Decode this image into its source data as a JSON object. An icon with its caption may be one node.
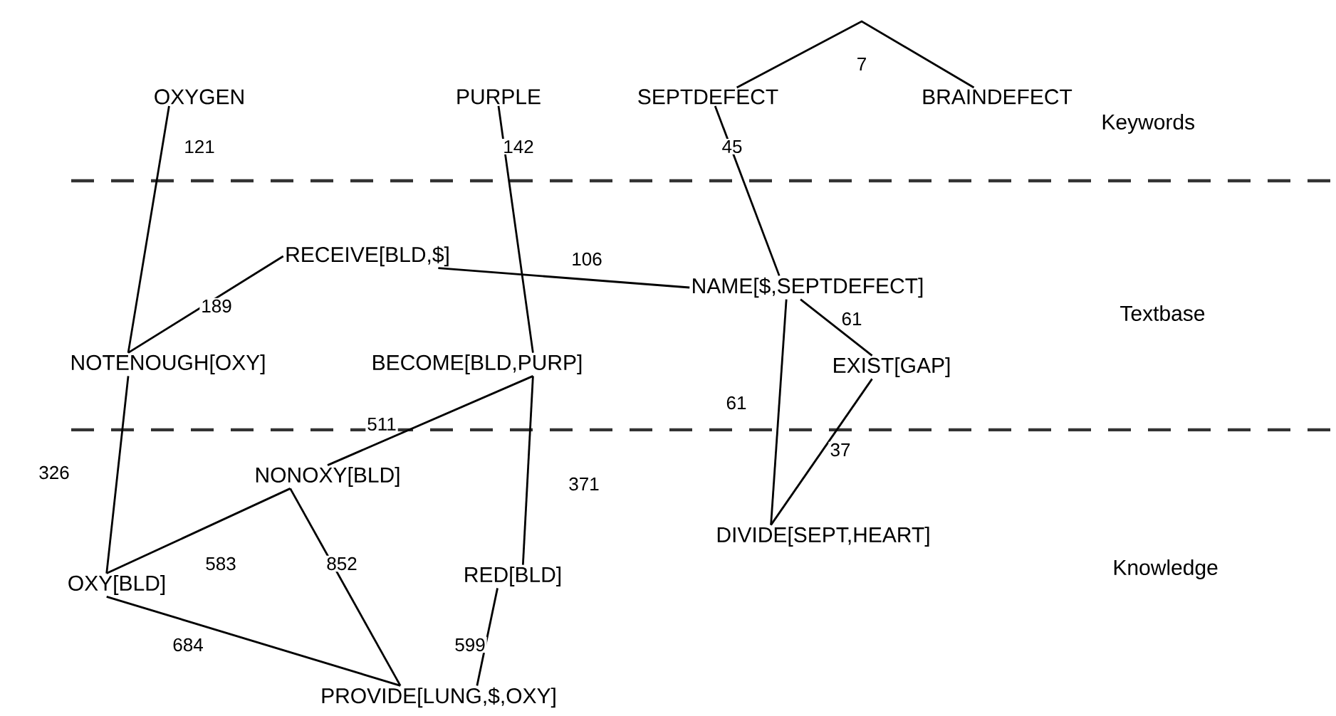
{
  "diagram": {
    "nodes": [
      {
        "text": [
          "OXYGEN"
        ]
      },
      {
        "text": [
          "PURPLE"
        ]
      },
      {
        "text": [
          "SEPTDEFECT"
        ]
      },
      {
        "text": [
          "BRAINDEFECT"
        ]
      },
      {
        "text": [
          "RECEIVE[BLD,$]"
        ]
      },
      {
        "text": [
          "NAME[$,SEPTDEFECT]"
        ]
      },
      {
        "text": [
          "NOTENOUGH[OXY]"
        ]
      },
      {
        "text": [
          "BECOME[BLD,PURP]"
        ]
      },
      {
        "text": [
          "EXIST[GAP]"
        ]
      },
      {
        "text": [
          "NONOXY[BLD]"
        ]
      },
      {
        "text": [
          "DIVIDE[SEPT,HEART]"
        ]
      },
      {
        "text": [
          "OXY[BLD]"
        ]
      },
      {
        "text": [
          "RED[BLD]"
        ]
      },
      {
        "text": [
          "PROVIDE[LUNG,$,OXY]"
        ]
      }
    ],
    "edges": [
      {
        "from": 0,
        "to": 6,
        "arrow": "none",
        "label": "121"
      },
      {
        "from": 1,
        "to": 7,
        "arrow": "none",
        "label": "142"
      },
      {
        "from": 2,
        "to": 3,
        "arrow": "none",
        "label": "7"
      },
      {
        "from": 2,
        "to": 5,
        "arrow": "none",
        "label": "45"
      },
      {
        "from": 4,
        "to": 5,
        "arrow": "none",
        "label": "106"
      },
      {
        "from": 6,
        "to": 4,
        "arrow": "none",
        "label": "189"
      },
      {
        "from": 5,
        "to": 8,
        "arrow": "none",
        "label": "61"
      },
      {
        "from": 5,
        "to": 10,
        "arrow": "none",
        "label": "61"
      },
      {
        "from": 8,
        "to": 10,
        "arrow": "none",
        "label": "37"
      },
      {
        "from": 7,
        "to": 9,
        "arrow": "none",
        "label": "511"
      },
      {
        "from": 7,
        "to": 12,
        "arrow": "none",
        "label": "371"
      },
      {
        "from": 6,
        "to": 11,
        "arrow": "none",
        "label": "326"
      },
      {
        "from": 11,
        "to": 9,
        "arrow": "none",
        "label": "583"
      },
      {
        "from": 9,
        "to": 13,
        "arrow": "none",
        "label": "852"
      },
      {
        "from": 11,
        "to": 13,
        "arrow": "none",
        "label": "684"
      },
      {
        "from": 12,
        "to": 13,
        "arrow": "none",
        "label": "599"
      }
    ],
    "labels": [
      "Keywords",
      "Textbase",
      "Knowledge"
    ]
  }
}
